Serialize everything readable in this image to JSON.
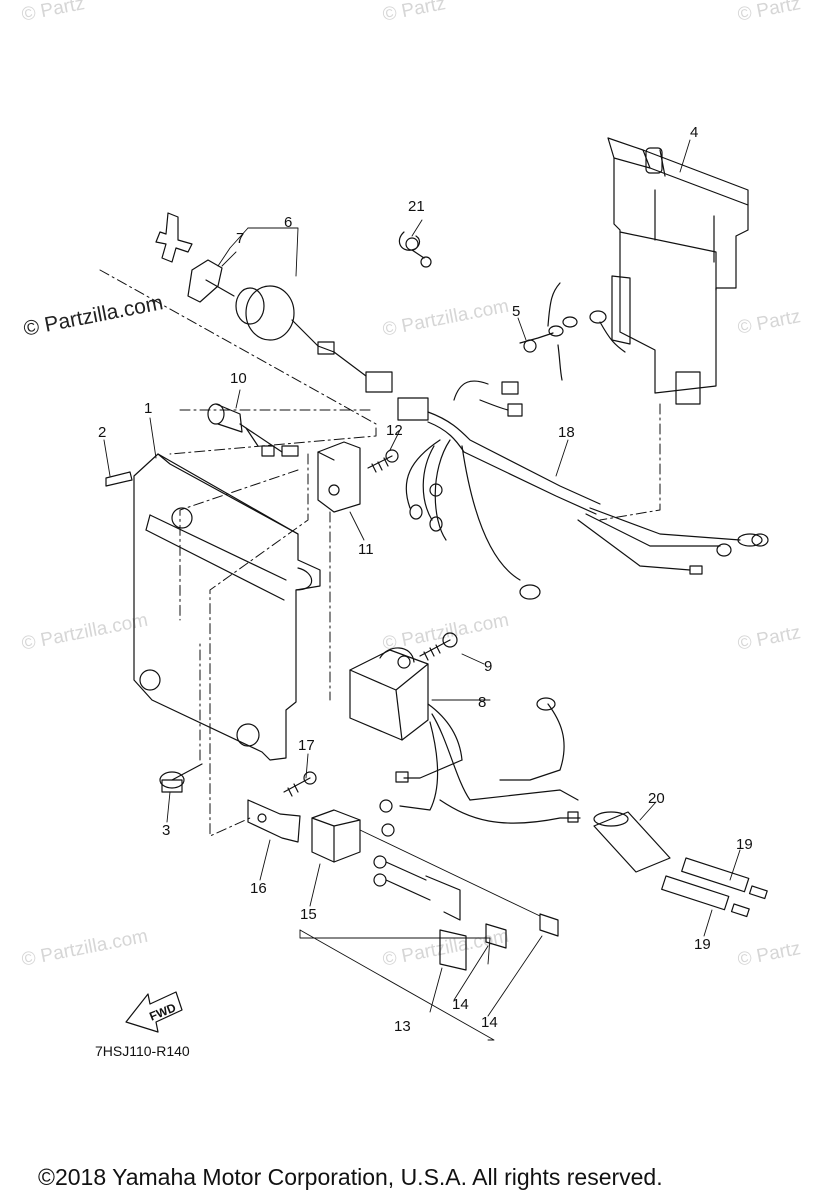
{
  "watermarks": {
    "site": "© Partzilla.com",
    "partial_top": "© Partz",
    "partial_right": "© Partz"
  },
  "callouts": {
    "c1": "1",
    "c2": "2",
    "c3": "3",
    "c4": "4",
    "c5": "5",
    "c6": "6",
    "c7": "7",
    "c8": "8",
    "c9": "9",
    "c10": "10",
    "c11": "11",
    "c12": "12",
    "c13": "13",
    "c14a": "14",
    "c14b": "14",
    "c15": "15",
    "c16": "16",
    "c17": "17",
    "c18": "18",
    "c19a": "19",
    "c19b": "19",
    "c20": "20",
    "c21": "21"
  },
  "fwd_label": "FWD",
  "diagram_code": "7HSJ110-R140",
  "copyright": "©2018  Yamaha Motor Corporation, U.S.A. All rights reserved."
}
